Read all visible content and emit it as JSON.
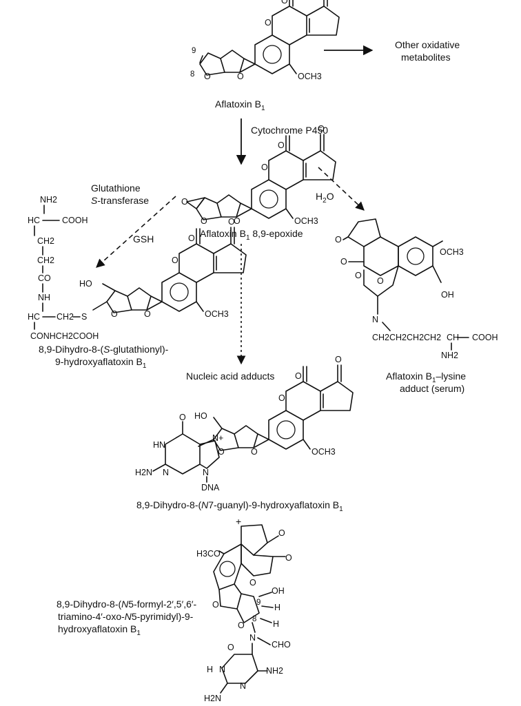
{
  "compounds": {
    "aflatoxin_b1": {
      "name": "Aflatoxin B",
      "sub": "1"
    },
    "epoxide": {
      "name": "Aflatoxin B",
      "sub": "1",
      "suffix": " 8,9-epoxide"
    },
    "gsh_conjugate": {
      "line1_a": "8,9-Dihydro-8-(",
      "line1_i": "S",
      "line1_b": "-glutathionyl)-",
      "line2": "9-hydroxyaflatoxin B",
      "line2_sub": "1"
    },
    "lysine_adduct": {
      "line1_a": "Aflatoxin B",
      "line1_sub": "1",
      "line1_b": "–lysine",
      "line2": "adduct (serum)"
    },
    "n7_guanyl": {
      "a": "8,9-Dihydro-8-(",
      "i": "N",
      "b": "7-guanyl)-9-hydroxyaflatoxin B",
      "sub": "1"
    },
    "fapy": {
      "line1_a": "8,9-Dihydro-8-(",
      "line1_i": "N",
      "line1_b": "5-formyl-2′,5′,6′-",
      "line2_a": "triamino-4′-oxo-",
      "line2_i": "N",
      "line2_b": "5-pyrimidyl)-9-",
      "line3": "hydroxyaflatoxin B",
      "line3_sub": "1"
    }
  },
  "reactions": {
    "other_metabolites": {
      "line1": "Other oxidative",
      "line2": "metabolites"
    },
    "cyp": "Cytochrome P450",
    "gst": {
      "line1": "Glutathione",
      "line2_i": "S",
      "line2_b": "-transferase",
      "cofactor": "GSH"
    },
    "water": {
      "a": "H",
      "sub": "2",
      "b": "O"
    },
    "nucleic": "Nucleic acid adducts",
    "plus": "+"
  },
  "atoms": {
    "o": "O",
    "och3": "OCH3",
    "ho": "HO",
    "oh": "OH",
    "h": "H",
    "n": "N",
    "s": "S",
    "num9": "9",
    "num8": "8",
    "nh2": "NH2",
    "hc": "HC",
    "cooh": "COOH",
    "ch2": "CH2",
    "co": "CO",
    "nh": "NH",
    "ch2_s": "CH2",
    "conh": "CONHCH2COOH",
    "nplus": "N+",
    "hn": "HN",
    "h2n": "H2N",
    "dna": "DNA",
    "cho": "CHO",
    "h3co": "H3CO",
    "chain": "CH2CH2CH2CH2",
    "ch": "CH"
  }
}
